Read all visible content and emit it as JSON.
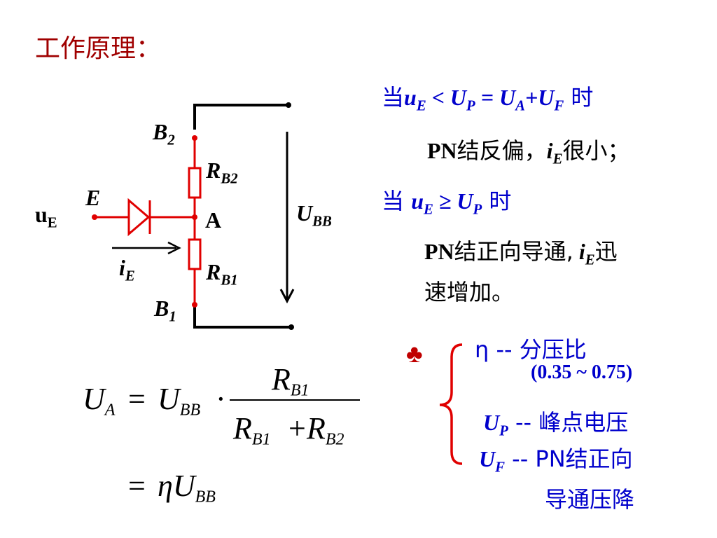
{
  "title": "工作原理：",
  "circuit": {
    "B2": "B",
    "B2_sub": "2",
    "RB2": "R",
    "RB2_sub": "B2",
    "E": "E",
    "uE": "u",
    "uE_sub": "E",
    "A": "A",
    "UBB": "U",
    "UBB_sub": "BB",
    "iE": "i",
    "iE_sub": "E",
    "RB1": "R",
    "RB1_sub": "B1",
    "B1": "B",
    "B1_sub": "1"
  },
  "conditions": {
    "c1_prefix": "当",
    "c1_math": "u",
    "c1_math_sub": "E",
    "c1_rest1": " < U",
    "c1_rest1_sub": "P",
    "c1_rest2": " = U",
    "c1_rest2_sub": "A",
    "c1_rest3": "+U",
    "c1_rest3_sub": "F",
    "c1_suffix": " 时",
    "r1_pn": "PN",
    "r1_text": "结反偏，",
    "r1_i": "i",
    "r1_i_sub": "E",
    "r1_end": "很小；",
    "c2_prefix": "当 ",
    "c2_u": "u",
    "c2_u_sub": "E",
    "c2_geq": " ≥ U",
    "c2_geq_sub": "P",
    "c2_suffix": " 时",
    "r2_pn": "PN",
    "r2_text": "结正向导通,",
    "r2_i": " i",
    "r2_i_sub": "E",
    "r2_end": "迅",
    "r2_line2": "速增加。"
  },
  "notes": {
    "club": "♣",
    "eta": "η -- 分压比",
    "eta_range": "(0.35 ~  0.75)",
    "up": "U",
    "up_sub": "P",
    "up_text": " -- 峰点电压",
    "uf": "U",
    "uf_sub": "F",
    "uf_text": " -- PN结正向",
    "uf_line2": "导通压降"
  },
  "formula": {
    "UA": "U",
    "UA_sub": "A",
    "eq1": "=",
    "UBB": "U",
    "UBB_sub": "BB",
    "dot": "·",
    "num": "R",
    "num_sub": "B1",
    "den1": "R",
    "den1_sub": "B1",
    "plus": "+",
    "den2": "R",
    "den2_sub": "B2",
    "eq2": "=",
    "eta": "η",
    "UBB2": "U",
    "UBB2_sub": "BB"
  },
  "colors": {
    "red": "#e00000",
    "blue": "#0000cc",
    "title": "#a00000",
    "black": "#000000"
  }
}
